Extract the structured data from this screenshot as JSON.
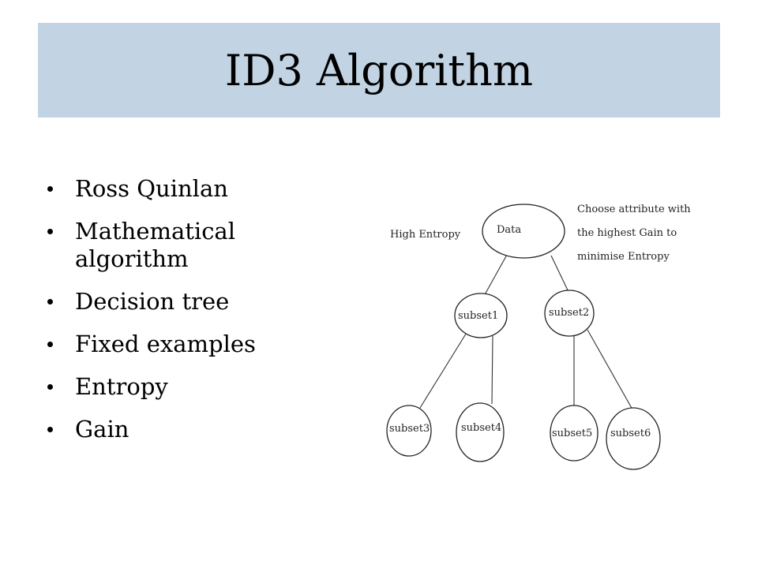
{
  "slide": {
    "title": "ID3 Algorithm",
    "bullets": [
      "Ross Quinlan",
      "Mathematical algorithm",
      "Decision tree",
      "Fixed examples",
      "Entropy",
      "Gain"
    ]
  },
  "diagram": {
    "root": "Data",
    "left_note": "High Entropy",
    "right_note": [
      "Choose attribute with",
      "the highest Gain to",
      "minimise Entropy"
    ],
    "nodes": [
      "subset1",
      "subset2",
      "subset3",
      "subset4",
      "subset5",
      "subset6"
    ]
  }
}
